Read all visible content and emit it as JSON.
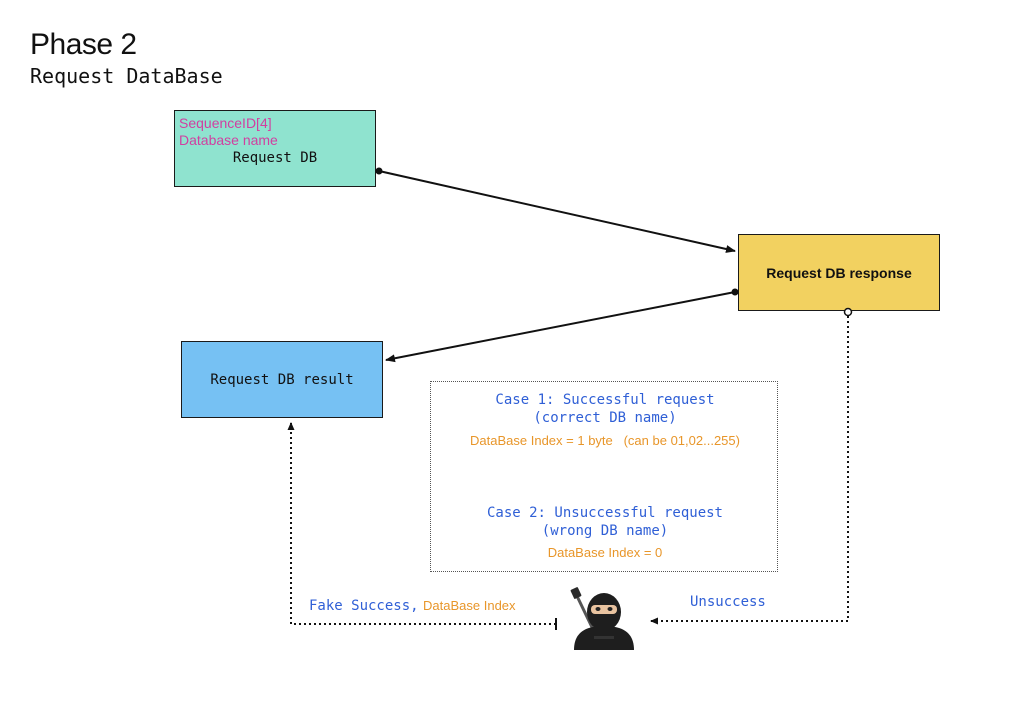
{
  "header": {
    "title": "Phase 2",
    "subtitle": "Request DataBase"
  },
  "boxes": {
    "request": {
      "field_sequence": "SequenceID[4]",
      "field_dbname": "Database name",
      "label": "Request DB",
      "color": "#8fe3cf"
    },
    "response": {
      "label": "Request DB response",
      "color": "#f2d160"
    },
    "result": {
      "label": "Request DB result",
      "color": "#76c1f3"
    }
  },
  "cases": {
    "case1_title": "Case 1: Successful request",
    "case1_sub": "(correct DB name)",
    "case1_note": "DataBase Index = 1 byte   (can be 01,02...255)",
    "case2_title": "Case 2: Unsuccessful request",
    "case2_sub": "(wrong DB name)",
    "case2_note": "DataBase Index = 0"
  },
  "attack": {
    "fake_label": "Fake Success,",
    "fake_note": "DataBase Index",
    "unsuccess_label": "Unsuccess",
    "attacker_icon": "ninja-icon"
  },
  "colors": {
    "accent_blue": "#2f5fd6",
    "accent_orange": "#e8962a",
    "accent_pink": "#d13fa0"
  }
}
